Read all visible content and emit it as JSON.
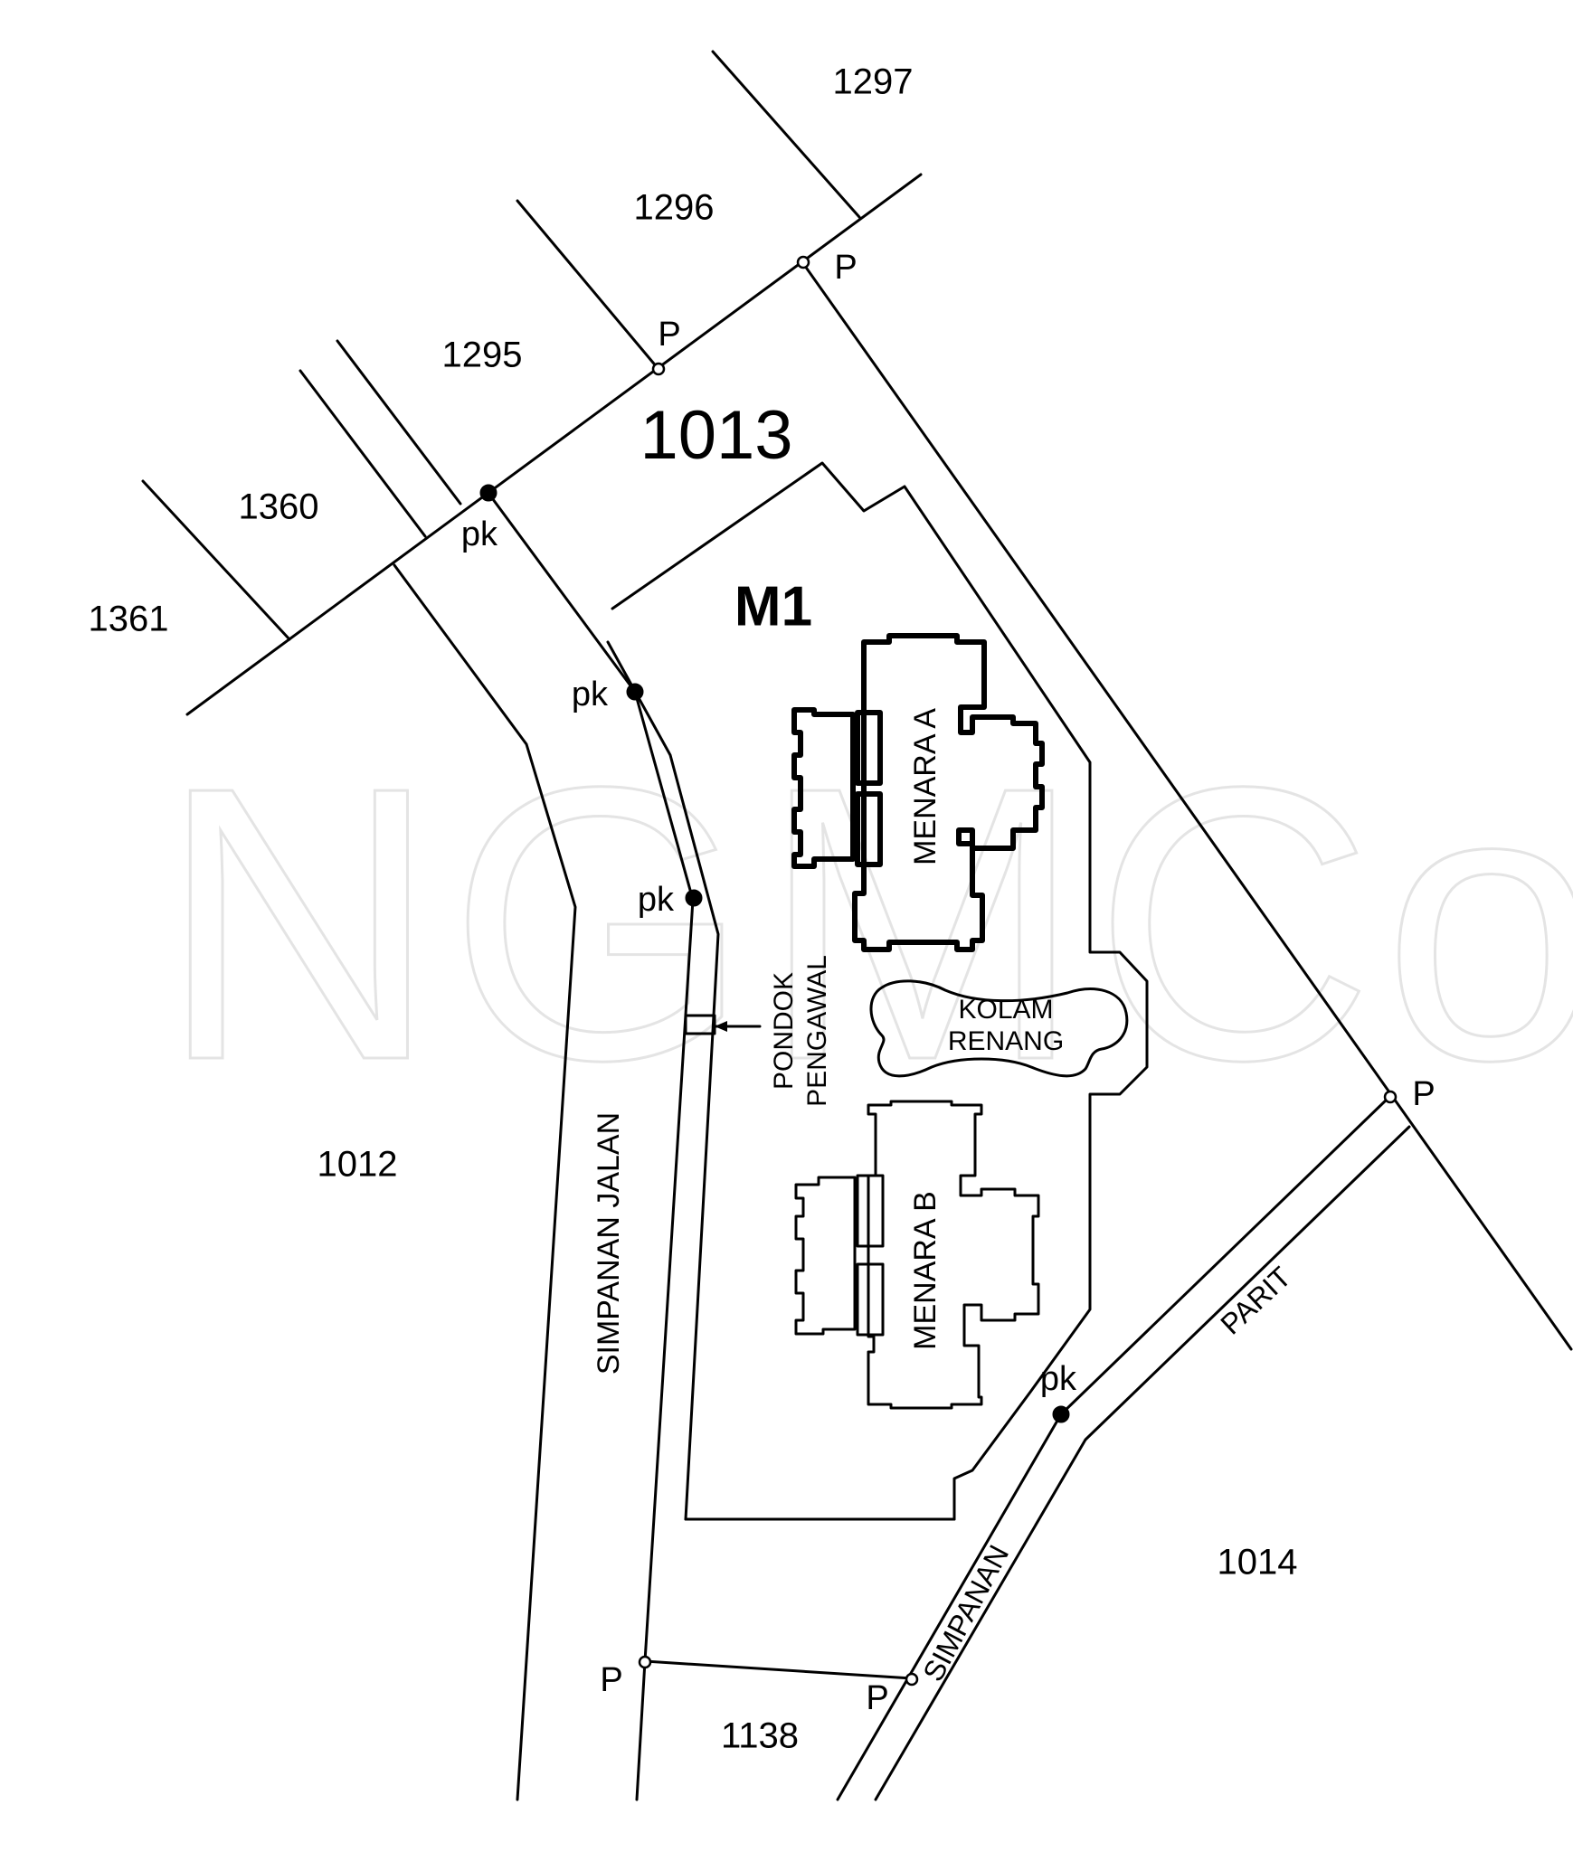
{
  "watermark": "NGMCo",
  "site": {
    "lot": "1013",
    "zone": "M1"
  },
  "buildings": {
    "tower_a": "MENARA A",
    "tower_b": "MENARA B",
    "pool_line1": "KOLAM",
    "pool_line2": "RENANG",
    "guardhouse_line1": "PONDOK",
    "guardhouse_line2": "PENGAWAL"
  },
  "roads": {
    "road_reserve": "SIMPANAN  JALAN",
    "drain": "PARIT",
    "drain_reserve": "SIMPANAN"
  },
  "lots": {
    "l1297": "1297",
    "l1296": "1296",
    "l1295": "1295",
    "l1360": "1360",
    "l1361": "1361",
    "l1012": "1012",
    "l1014": "1014",
    "l1138": "1138"
  },
  "markers": {
    "p": "P",
    "pk": "pk"
  }
}
